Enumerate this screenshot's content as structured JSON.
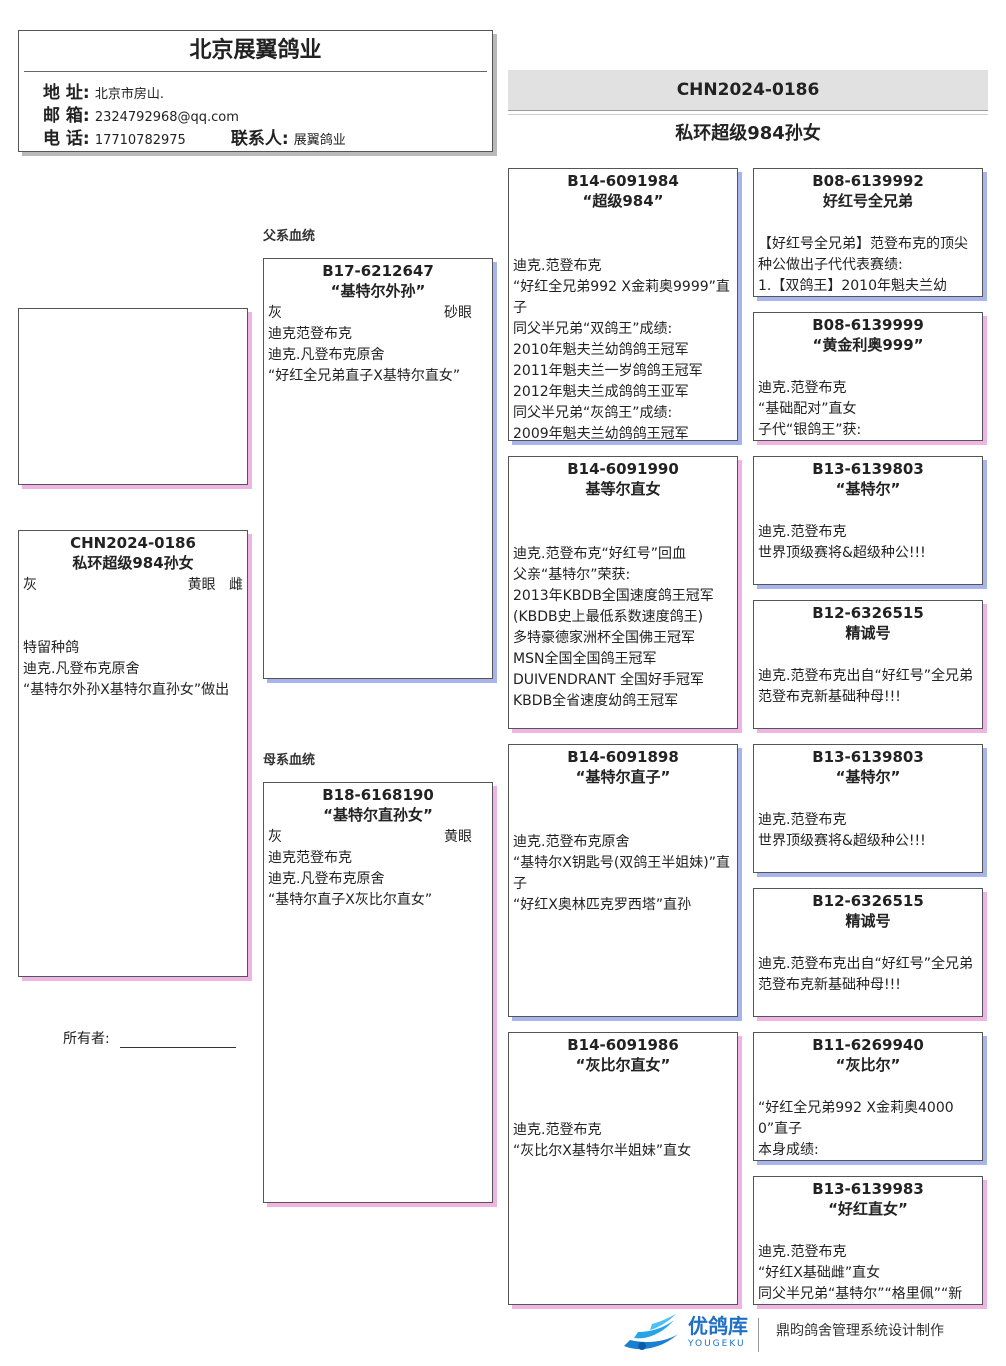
{
  "header": {
    "title": "北京展翼鸽业",
    "address_label": "地 址:",
    "address": "北京市房山.",
    "email_label": "邮 箱:",
    "email": "2324792968@qq.com",
    "phone_label": "电 话:",
    "phone": "17710782975",
    "contact_label": "联系人:",
    "contact": "展翼鸽业"
  },
  "top": {
    "ring": "CHN2024-0186",
    "name": "私环超级984孙女"
  },
  "labels": {
    "paternal": "父系血统",
    "maternal": "母系血统",
    "owner": "所有者:"
  },
  "subject": {
    "ring": "CHN2024-0186",
    "name": "私环超级984孙女",
    "color": "灰",
    "eye": "黄眼",
    "sex": "雌",
    "notes": "特留种鸽\n迪克.凡登布克原舍\n“基特尔外孙X基特尔直孙女”做出"
  },
  "sire": {
    "ring": "B17-6212647",
    "name": "“基特尔外孙”",
    "color": "灰",
    "eye": "砂眼",
    "notes": "迪克范登布克\n迪克.凡登布克原舍\n“好红全兄弟直子X基特尔直女”"
  },
  "dam": {
    "ring": "B18-6168190",
    "name": "“基特尔直孙女”",
    "color": "灰",
    "eye": "黄眼",
    "notes": "迪克范登布克\n迪克.凡登布克原舍\n“基特尔直子X灰比尔直女”"
  },
  "grand": [
    {
      "ring": "B14-6091984",
      "name": "“超级984”",
      "notes": "迪克.范登布克\n“好红全兄弟992 X金莉奥9999”直子\n同父半兄弟“双鸽王”成绩:\n2010年魁夫兰幼鸽鸽王冠军\n2011年魁夫兰一岁鸽鸽王冠军\n2012年魁夫兰成鸽鸽王亚军\n同父半兄弟“灰鸽王”成绩:\n2009年魁夫兰幼鸽鸽王冠军"
    },
    {
      "ring": "B14-6091990",
      "name": "基等尔直女",
      "notes": "迪克.范登布克“好红号”回血\n父亲“基特尔”荣获:\n2013年KBDB全国速度鸽王冠军\n(KBDB史上最低系数速度鸽王)\n多特豪德家洲杯全国佛王冠军\nMSN全国全国鸽王冠军\nDUIVENDRANT 全国好手冠军\nKBDB全省速度幼鸽王冠军"
    },
    {
      "ring": "B14-6091898",
      "name": "“基特尔直子”",
      "notes": "迪克.范登布克原舍\n“基特尔X钥匙号(双鸽王半姐妹)”直子\n“好红X奥林匹克罗西塔”直孙"
    },
    {
      "ring": "B14-6091986",
      "name": "“灰比尔直女”",
      "notes": "迪克.范登布克\n“灰比尔X基特尔半姐妹”直女"
    }
  ],
  "great": [
    {
      "ring": "B08-6139992",
      "name": "好红号全兄弟",
      "notes": "【好红号全兄弟】范登布克的顶尖种公做出子代代表赛绩:\n1.【双鸽王】2010年魁夫兰幼"
    },
    {
      "ring": "B08-6139999",
      "name": "“黄金利奥999”",
      "notes": "迪克.范登布克\n“基础配对”直女\n子代“银鸽王”获:"
    },
    {
      "ring": "B13-6139803",
      "name": "“基特尔”",
      "notes": "迪克.范登布克\n世界顶级赛将&超级种公!!!"
    },
    {
      "ring": "B12-6326515",
      "name": "精诚号",
      "notes": "迪克.范登布克出自“好红号”全兄弟范登布克新基础种母!!!"
    },
    {
      "ring": "B13-6139803",
      "name": "“基特尔”",
      "notes": "迪克.范登布克\n世界顶级赛将&超级种公!!!"
    },
    {
      "ring": "B12-6326515",
      "name": "精诚号",
      "notes": "迪克.范登布克出自“好红号”全兄弟范登布克新基础种母!!!"
    },
    {
      "ring": "B11-6269940",
      "name": "“灰比尔”",
      "notes": "“好红全兄弟992 X金莉奥40000”直子\n本身成绩:"
    },
    {
      "ring": "B13-6139983",
      "name": "“好红直女”",
      "notes": "迪克.范登布克\n“好红X基础雌”直女\n同父半兄弟“基特尔”“格里佩”“新"
    }
  ],
  "footer": {
    "logo_cn": "优鸽库",
    "logo_en": "YOUGEKU",
    "credit": "鼎昀鸽舍管理系统设计制作"
  }
}
